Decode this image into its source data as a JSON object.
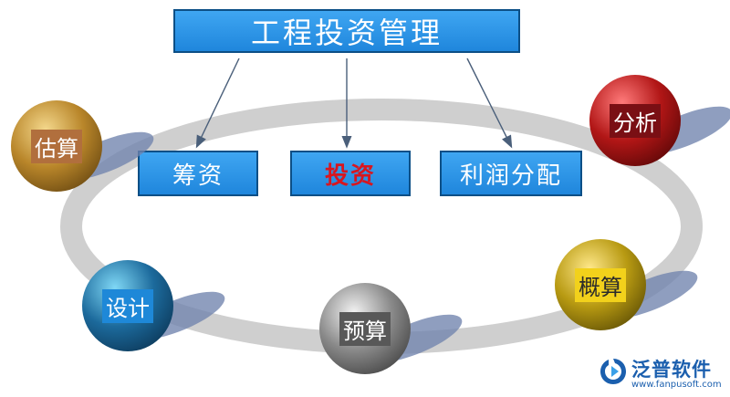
{
  "diagram": {
    "title": "工程投资管理",
    "stages": [
      {
        "id": "fund",
        "label": "筹资"
      },
      {
        "id": "invest",
        "label": "投资"
      },
      {
        "id": "profit",
        "label": "利润分配"
      }
    ],
    "cycle": [
      {
        "id": "estimate",
        "label": "估算"
      },
      {
        "id": "analysis",
        "label": "分析"
      },
      {
        "id": "rough",
        "label": "概算"
      },
      {
        "id": "budget",
        "label": "预算"
      },
      {
        "id": "design",
        "label": "设计"
      }
    ]
  },
  "logo": {
    "name": "泛普软件",
    "url": "www.fanpusoft.com"
  }
}
